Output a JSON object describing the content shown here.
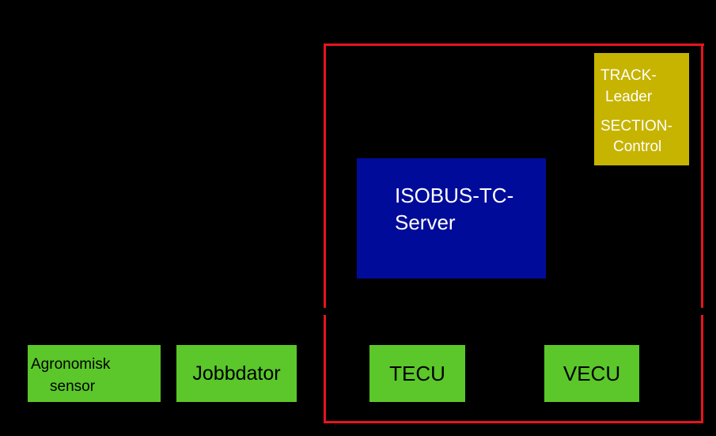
{
  "diagram": {
    "colors": {
      "background": "#000000",
      "frame": "#e8141e",
      "ecu_box": "#5bc72a",
      "server_box": "#000c99",
      "track_box": "#c6b400"
    },
    "nodes": {
      "agronomic_sensor": {
        "line1": "Agronomisk",
        "line2": "sensor"
      },
      "job_computer": {
        "label": "Jobbdator"
      },
      "tecu": {
        "label": "TECU"
      },
      "vecu": {
        "label": "VECU"
      },
      "tc_server": {
        "line1": "ISOBUS-TC-",
        "line2": "Server"
      },
      "track_section": {
        "line1": "TRACK-",
        "line2": "Leader",
        "line3": "SECTION-",
        "line4": "Control"
      }
    }
  }
}
